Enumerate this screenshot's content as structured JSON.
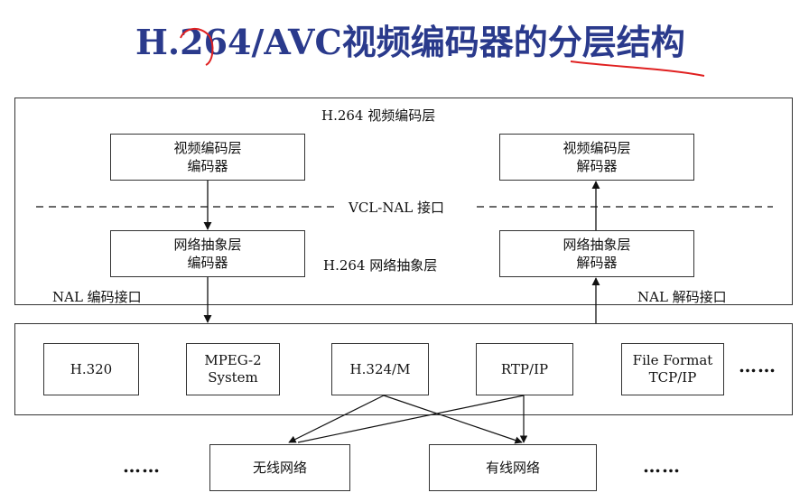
{
  "title": "H.264/AVC视频编码器的分层结构",
  "upper_frame": {
    "heading": "H.264 视频编码层",
    "vcl_encoder": [
      "视频编码层",
      "编码器"
    ],
    "vcl_decoder": [
      "视频编码层",
      "解码器"
    ],
    "interface_label": "VCL-NAL 接口",
    "nal_encoder": [
      "网络抽象层",
      "编码器"
    ],
    "nal_decoder": [
      "网络抽象层",
      "解码器"
    ],
    "nal_layer_label": "H.264 网络抽象层",
    "nal_encode_interface": "NAL 编码接口",
    "nal_decode_interface": "NAL 解码接口"
  },
  "transports": [
    {
      "line1": "H.320",
      "line2": ""
    },
    {
      "line1": "MPEG-2",
      "line2": "System"
    },
    {
      "line1": "H.324/M",
      "line2": ""
    },
    {
      "line1": "RTP/IP",
      "line2": ""
    },
    {
      "line1": "File Format",
      "line2": "TCP/IP"
    }
  ],
  "transport_ellipsis": "……",
  "networks": {
    "wireless": "无线网络",
    "wired": "有线网络",
    "left_ellipsis": "……",
    "right_ellipsis": "……"
  },
  "colors": {
    "title": "#2a3a8c",
    "annotation": "#e02020",
    "line": "#111111"
  }
}
